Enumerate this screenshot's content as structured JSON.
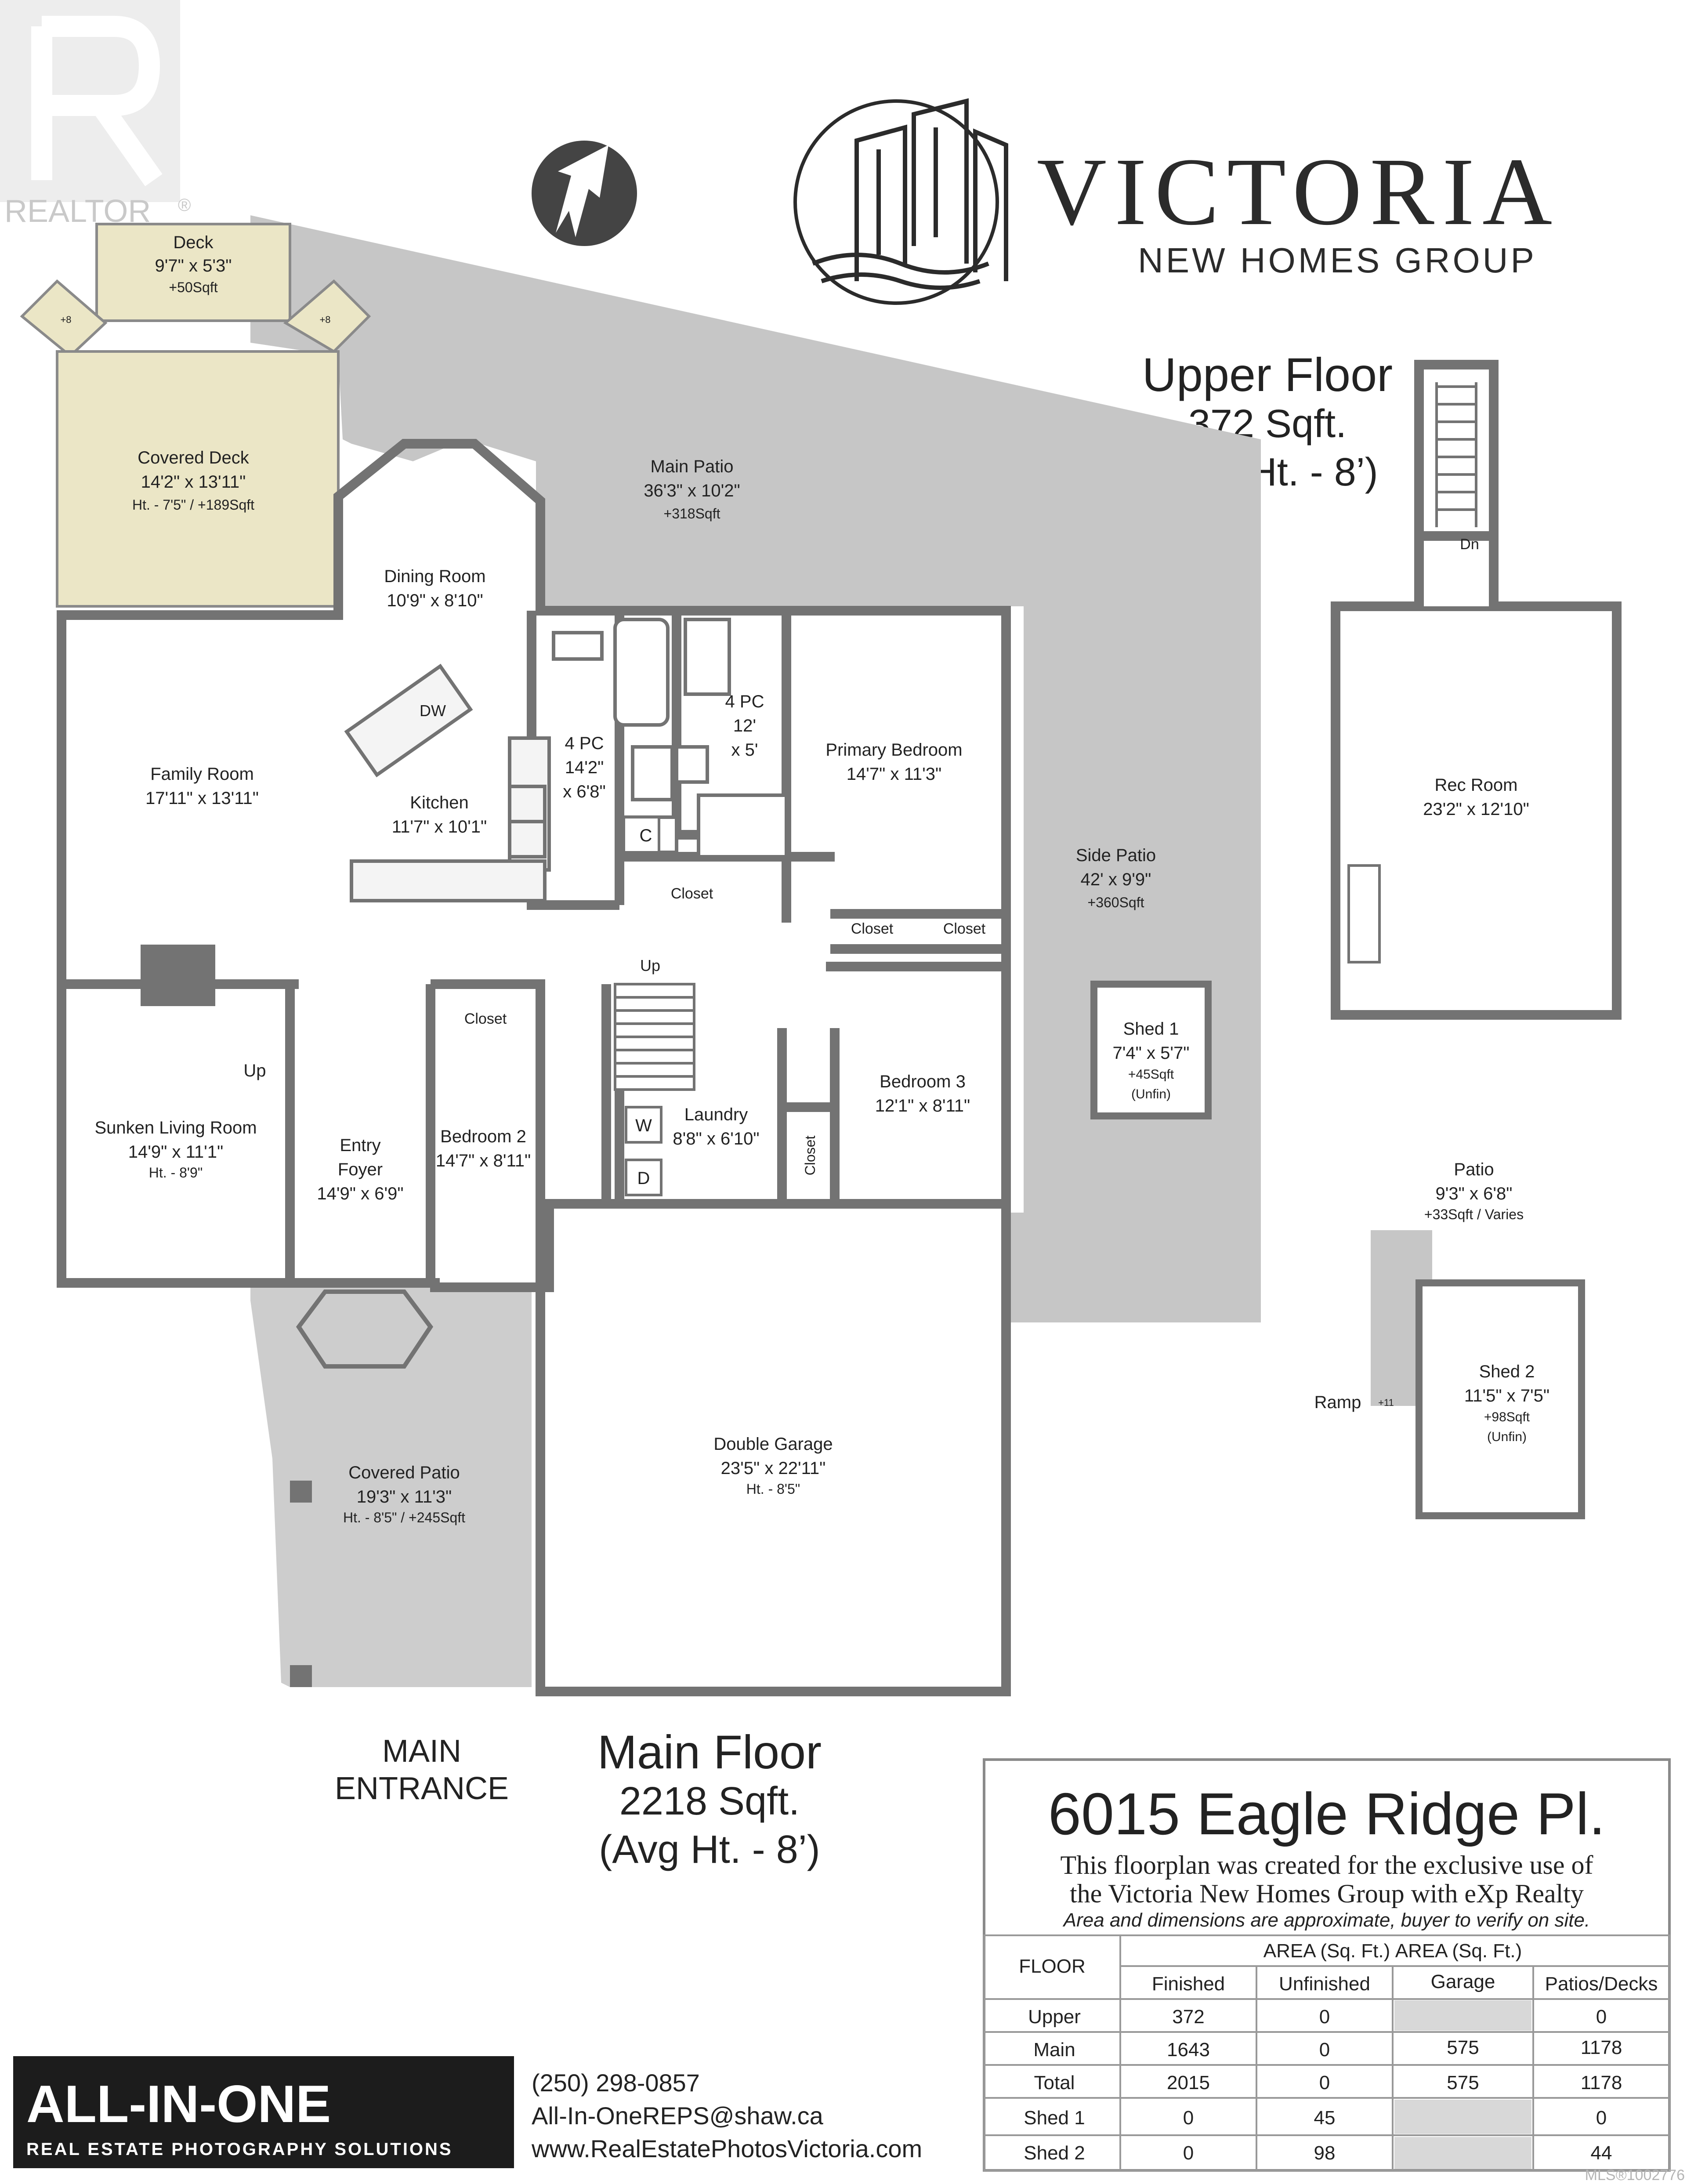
{
  "watermark": {
    "realtor": "REALTOR",
    "realtor_mark": "®",
    "mls": "MLS®1002776"
  },
  "brand": {
    "name": "VICTORIA",
    "sub": "NEW HOMES GROUP"
  },
  "upper_floor": {
    "title": "Upper Floor",
    "sqft": "372 Sqft.",
    "height": "(Avg Ht. - 8’)"
  },
  "main_floor": {
    "title": "Main Floor",
    "sqft": "2218 Sqft.",
    "height": "(Avg Ht. - 8’)"
  },
  "main_entrance": {
    "line1": "MAIN",
    "line2": "ENTRANCE"
  },
  "rooms": {
    "deck": {
      "name": "Deck",
      "dim": "9'7\" x 5'3\"",
      "note": "+50Sqft"
    },
    "covered_deck": {
      "name": "Covered Deck",
      "dim": "14'2\" x 13'11\"",
      "note": "Ht. - 7'5\" / +189Sqft"
    },
    "main_patio": {
      "name": "Main Patio",
      "dim": "36'3\" x 10'2\"",
      "note": "+318Sqft"
    },
    "dining": {
      "name": "Dining Room",
      "dim": "10'9\" x 8'10\""
    },
    "family": {
      "name": "Family Room",
      "dim": "17'11\" x 13'11\""
    },
    "kitchen": {
      "name": "Kitchen",
      "dim": "11'7\" x 10'1\""
    },
    "bath1": {
      "name": "4 PC",
      "dim1": "14'2\"",
      "dim2": "x 6'8\""
    },
    "bath2": {
      "name": "4 PC",
      "dim1": "12'",
      "dim2": "x 5'"
    },
    "primary": {
      "name": "Primary Bedroom",
      "dim": "14'7\" x 11'3\""
    },
    "side_patio": {
      "name": "Side Patio",
      "dim": "42' x 9'9\"",
      "note": "+360Sqft"
    },
    "shed1": {
      "name": "Shed 1",
      "dim": "7'4\" x 5'7\"",
      "note": "+45Sqft",
      "note2": "(Unfin)"
    },
    "sunken": {
      "name": "Sunken Living Room",
      "dim": "14'9\" x 11'1\"",
      "note": "Ht. - 8'9\""
    },
    "foyer": {
      "name1": "Entry",
      "name2": "Foyer",
      "dim": "14'9\" x 6'9\""
    },
    "bed2": {
      "name": "Bedroom 2",
      "dim": "14'7\" x 8'11\""
    },
    "laundry": {
      "name": "Laundry",
      "dim": "8'8\" x 6'10\""
    },
    "bed3": {
      "name": "Bedroom 3",
      "dim": "12'1\" x 8'11\""
    },
    "garage": {
      "name": "Double Garage",
      "dim": "23'5\" x 22'11\"",
      "note": "Ht. - 8'5\""
    },
    "covered_patio": {
      "name": "Covered Patio",
      "dim": "19'3\" x 11'3\"",
      "note": "Ht. - 8'5\" / +245Sqft"
    },
    "rec": {
      "name": "Rec Room",
      "dim": "23'2\" x 12'10\""
    },
    "patio": {
      "name": "Patio",
      "dim": "9'3\" x 6'8\"",
      "note": "+33Sqft / Varies"
    },
    "shed2": {
      "name": "Shed 2",
      "dim": "11'5\" x 7'5\"",
      "note": "+98Sqft",
      "note2": "(Unfin)"
    }
  },
  "labels": {
    "closet": "Closet",
    "up": "Up",
    "dn": "Dn",
    "dw": "DW",
    "c": "C",
    "w": "W",
    "d": "D",
    "ramp": "Ramp",
    "deck_step": "+8",
    "ramp_step": "+11"
  },
  "info": {
    "address": "6015 Eagle Ridge Pl.",
    "line1": "This floorplan was created for the exclusive use of",
    "line2": "the Victoria New Homes Group with eXp Realty",
    "line3": "Area and dimensions are approximate, buyer to verify on site."
  },
  "area_table": {
    "floor_header": "FLOOR",
    "group1": "AREA (Sq. Ft.)",
    "group2": "AREA (Sq. Ft.)",
    "columns": [
      "Finished",
      "Unfinished",
      "Garage",
      "Patios/Decks"
    ],
    "rows": [
      {
        "floor": "Upper",
        "values": [
          "372",
          "0",
          "",
          "0"
        ]
      },
      {
        "floor": "Main",
        "values": [
          "1643",
          "0",
          "575",
          "1178"
        ]
      },
      {
        "floor": "Total",
        "values": [
          "2015",
          "0",
          "575",
          "1178"
        ]
      },
      {
        "floor": "Shed 1",
        "values": [
          "0",
          "45",
          "",
          "0"
        ]
      },
      {
        "floor": "Shed 2",
        "values": [
          "0",
          "98",
          "",
          "44"
        ]
      }
    ]
  },
  "photographer": {
    "logo_main": "ALL-IN-ONE",
    "logo_sub": "REAL ESTATE PHOTOGRAPHY SOLUTIONS",
    "phone": "(250) 298-0857",
    "email": "All-In-OneREPS@shaw.ca",
    "website": "www.RealEstatePhotosVictoria.com"
  },
  "colors": {
    "wall": "#737373",
    "patio": "#c8c8c8",
    "deck": "#ebe6c8",
    "logo_bg": "#1c1c1c"
  },
  "icons": [
    "realtor-logo-icon",
    "north-arrow-icon",
    "victoria-building-logo-icon"
  ]
}
